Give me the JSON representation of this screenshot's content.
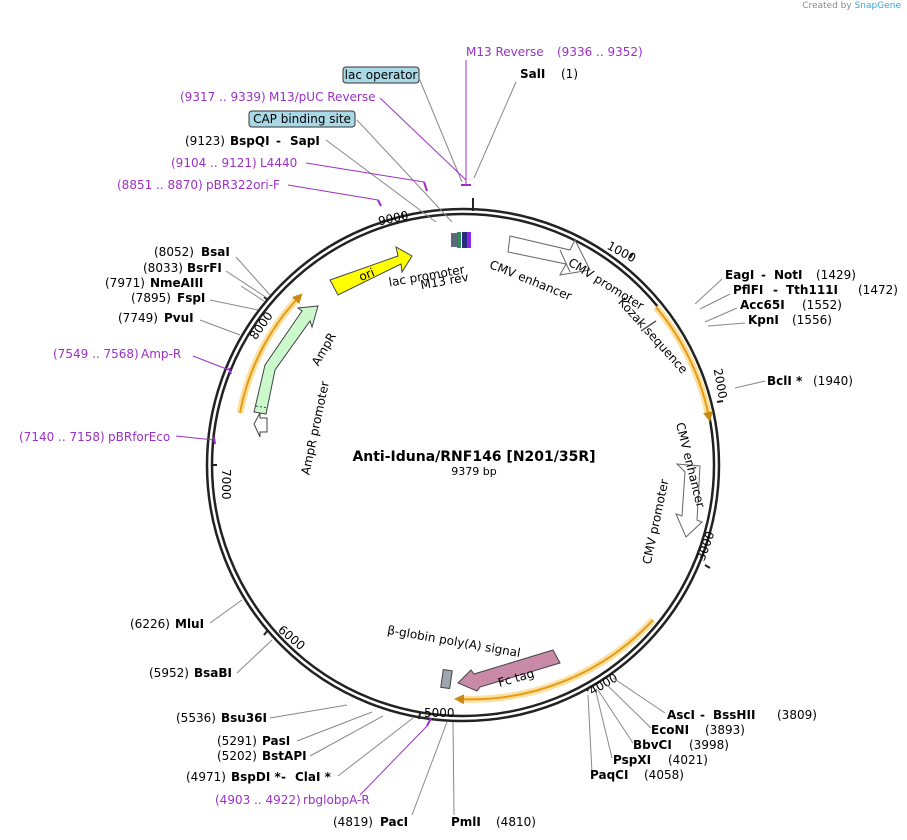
{
  "credit": {
    "prefix": "Created by",
    "brand": "SnapGene"
  },
  "plasmid": {
    "name": "Anti-Iduna/RNF146 [N201/35R]",
    "length": "9379 bp"
  },
  "ticks": [
    "1000",
    "2000",
    "3000",
    "4000",
    "5000",
    "6000",
    "7000",
    "8000",
    "9000"
  ],
  "enzymes": [
    {
      "name": "SalI",
      "pos": "(1)"
    },
    {
      "name": "BspQI",
      "sep": " - ",
      "name2": "SapI",
      "pos": "(9123)"
    },
    {
      "name": "EagI",
      "sep": " - ",
      "name2": "NotI",
      "pos": "(1429)"
    },
    {
      "name": "PflFI",
      "sep": " - ",
      "name2": "Tth111I",
      "pos": "(1472)"
    },
    {
      "name": "Acc65I",
      "pos": "(1552)"
    },
    {
      "name": "KpnI",
      "pos": "(1556)"
    },
    {
      "name": "BclI *",
      "pos": "(1940)"
    },
    {
      "name": "AscI",
      "sep": " - ",
      "name2": "BssHII",
      "pos": "(3809)"
    },
    {
      "name": "EcoNI",
      "pos": "(3893)"
    },
    {
      "name": "BbvCI",
      "pos": "(3998)"
    },
    {
      "name": "PspXI",
      "pos": "(4021)"
    },
    {
      "name": "PaqCI",
      "pos": "(4058)"
    },
    {
      "name": "PmlI",
      "pos": "(4810)"
    },
    {
      "name": "PacI",
      "pos": "(4819)"
    },
    {
      "name": "BspDI *",
      "sep": " - ",
      "name2": "ClaI *",
      "pos": "(4971)"
    },
    {
      "name": "BstAPI",
      "pos": "(5202)"
    },
    {
      "name": "PasI",
      "pos": "(5291)"
    },
    {
      "name": "Bsu36I",
      "pos": "(5536)"
    },
    {
      "name": "BsaBI",
      "pos": "(5952)"
    },
    {
      "name": "MluI",
      "pos": "(6226)"
    },
    {
      "name": "PvuI",
      "pos": "(7749)"
    },
    {
      "name": "FspI",
      "pos": "(7895)"
    },
    {
      "name": "NmeAIII",
      "pos": "(7971)"
    },
    {
      "name": "BsrFI",
      "pos": "(8033)"
    },
    {
      "name": "BsaI",
      "pos": "(8052)"
    }
  ],
  "primers": [
    {
      "range": "(9336 .. 9352)",
      "name": "M13 Reverse"
    },
    {
      "range": "(9317 .. 9339)",
      "name": "M13/pUC Reverse"
    },
    {
      "range": "(9104 .. 9121)",
      "name": "L4440"
    },
    {
      "range": "(8851 .. 8870)",
      "name": "pBR322ori-F"
    },
    {
      "range": "(7549 .. 7568)",
      "name": "Amp-R"
    },
    {
      "range": "(7140 .. 7158)",
      "name": "pBRforEco"
    },
    {
      "range": "(4903 .. 4922)",
      "name": "rbglobpA-R"
    }
  ],
  "boxes": [
    "lac operator",
    "CAP binding site"
  ],
  "features": {
    "lac_promoter": "lac promoter",
    "m13_rev": "M13 rev",
    "cmv_enhancer_1": "CMV enhancer",
    "cmv_promoter_1": "CMV promoter",
    "kozak": "Kozak sequence",
    "cmv_enhancer_2": "CMV enhancer",
    "cmv_promoter_2": "CMV promoter",
    "polya": "β-globin poly(A) signal",
    "fc_tag": "Fc tag",
    "ori": "ori",
    "ampr": "AmpR",
    "ampr_promoter": "AmpR promoter"
  },
  "colors": {
    "ori": "#ffff00",
    "ampr": "#ccf9cc",
    "fc_tag": "#c98aa8",
    "orf_arrow": "#f2a626",
    "primer": "#9b30c8",
    "box": "#a9d8e6"
  }
}
